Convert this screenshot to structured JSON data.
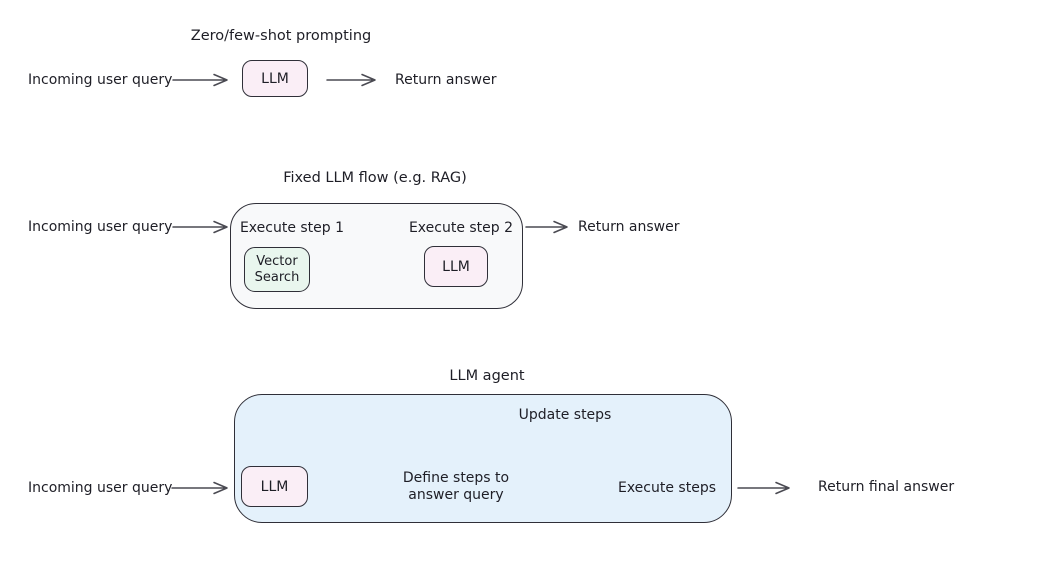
{
  "colors": {
    "pink_fill": "#faeef6",
    "mint_fill": "#e9f6ee",
    "panel_fill": "#f8f9fa",
    "blue_fill": "#e4f1fb",
    "box_stroke": "#2f2f38",
    "arrow_stroke": "#4a4a52",
    "text": "#1e1e26",
    "background": "#ffffff"
  },
  "sections": {
    "zero_shot": {
      "title": "Zero/few-shot prompting",
      "input": "Incoming user query",
      "llm": "LLM",
      "output": "Return answer"
    },
    "fixed_flow": {
      "title": "Fixed LLM flow (e.g. RAG)",
      "input": "Incoming user query",
      "step1": "Execute step 1",
      "step2": "Execute step 2",
      "vector_search": "Vector Search",
      "llm": "LLM",
      "output": "Return answer"
    },
    "agent": {
      "title": "LLM agent",
      "input": "Incoming user query",
      "llm": "LLM",
      "define_steps": "Define steps to answer query",
      "execute_steps": "Execute steps",
      "update_steps": "Update steps",
      "output": "Return final answer"
    }
  }
}
